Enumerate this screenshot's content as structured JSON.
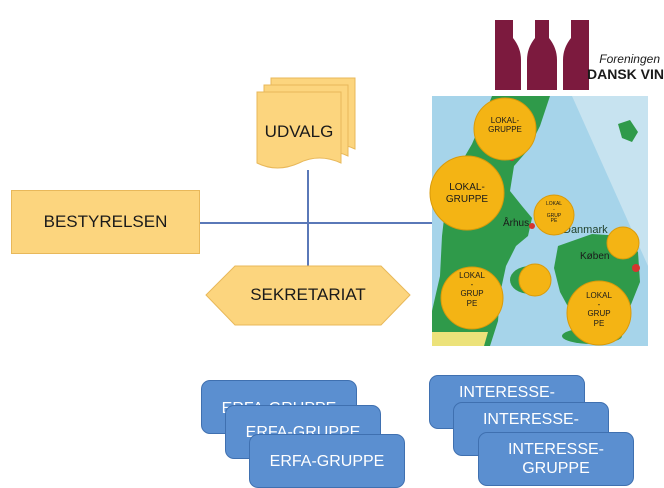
{
  "logo": {
    "line1": "Foreningen",
    "line2": "DANSK VIN",
    "colors": {
      "bottles": "#7c1a3e",
      "text": "#1a1a1a"
    }
  },
  "org": {
    "board": "BESTYRELSEN",
    "committee": "UDVALG",
    "secretariat": "SEKRETARIAT"
  },
  "map": {
    "places": [
      "Århus",
      "Danmark",
      "Køben"
    ],
    "local_groups": [
      {
        "lines": [
          "LOKAL-",
          "GRUPPE"
        ]
      },
      {
        "lines": [
          "LOKAL-",
          "GRUPPE"
        ]
      },
      {
        "lines": [
          "LOKAL",
          "-",
          "GRUP",
          "PE"
        ]
      },
      {
        "lines": [
          "LOKAL",
          "-",
          "GRUP",
          "PE"
        ]
      },
      {
        "lines": [
          "LOKAL",
          "-",
          "GRUP",
          "PE"
        ]
      },
      {
        "lines": []
      },
      {
        "lines": []
      }
    ]
  },
  "erfa_groups": [
    "ERFA-GRUPPE",
    "ERFA-GRUPPE",
    "ERFA-GRUPPE"
  ],
  "interest_groups": [
    "INTERESSE-",
    "INTERESSE-",
    "INTERESSE-\nGRUPPE"
  ],
  "colors": {
    "orange_box": "#fcd57e",
    "orange_border": "#e8b85a",
    "blue_box": "#5b8fd0",
    "line": "#5a78b8",
    "circle": "#f4b414",
    "land": "#2f9a4a",
    "sea": "#a6d4ea"
  }
}
